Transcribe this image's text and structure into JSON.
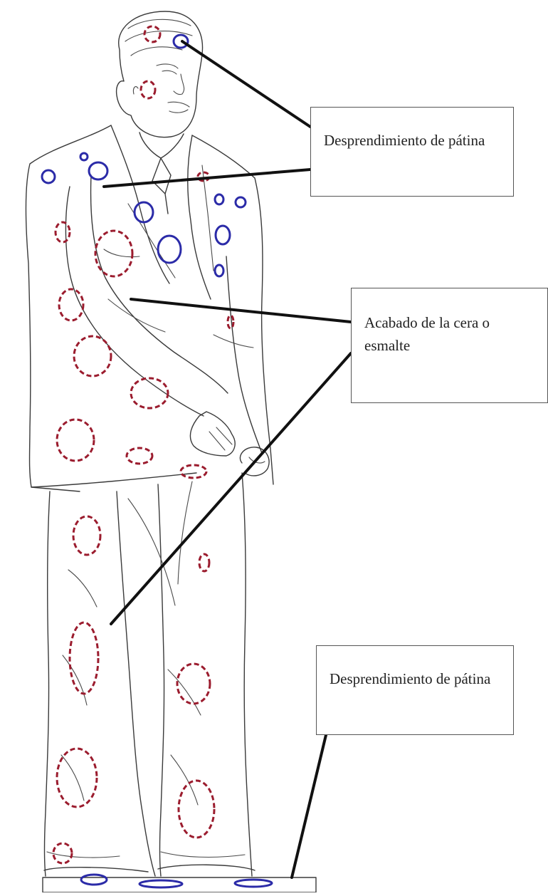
{
  "labels": [
    {
      "text": "Desprendimiento  de pátina"
    },
    {
      "text": "Acabado de la cera o esmalte"
    },
    {
      "text": "Desprendimiento  de pátina"
    }
  ],
  "colors": {
    "patina_marker": "#2b2ba8",
    "wax_marker": "#9b1c2e",
    "outline": "#3a3a3a",
    "leader": "#111111"
  },
  "legend": {
    "patina_marker": "solid-blue-ellipse",
    "wax_marker": "dashed-red-ellipse"
  }
}
